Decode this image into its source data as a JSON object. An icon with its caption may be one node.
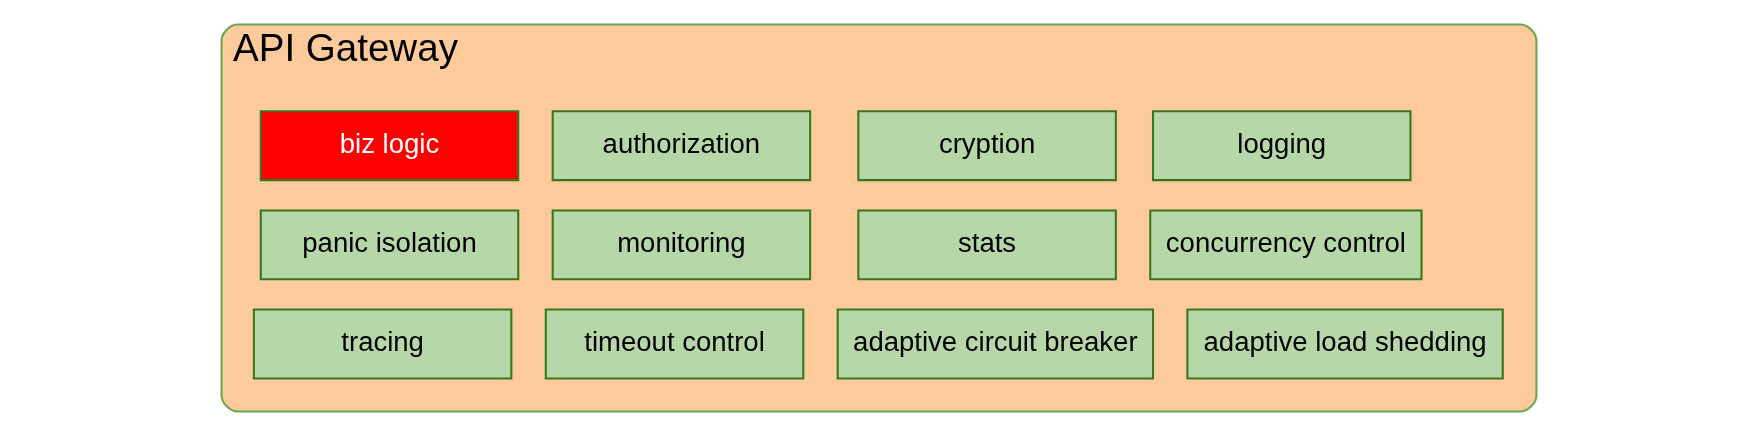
{
  "diagram": {
    "nodes": [
      {
        "text": [
          "API Gateway"
        ]
      },
      {
        "text": [
          "biz logic"
        ],
        "in": 0
      },
      {
        "text": [
          "authorization"
        ],
        "in": 0
      },
      {
        "text": [
          "cryption"
        ],
        "in": 0
      },
      {
        "text": [
          "logging"
        ],
        "in": 0
      },
      {
        "text": [
          "panic isolation"
        ],
        "in": 0
      },
      {
        "text": [
          "monitoring"
        ],
        "in": 0
      },
      {
        "text": [
          "stats"
        ],
        "in": 0
      },
      {
        "text": [
          "concurrency control"
        ],
        "in": 0
      },
      {
        "text": [
          "tracing"
        ],
        "in": 0
      },
      {
        "text": [
          "timeout control"
        ],
        "in": 0
      },
      {
        "text": [
          "adaptive circuit breaker"
        ],
        "in": 0
      },
      {
        "text": [
          "adaptive load shedding"
        ],
        "in": 0
      }
    ]
  }
}
